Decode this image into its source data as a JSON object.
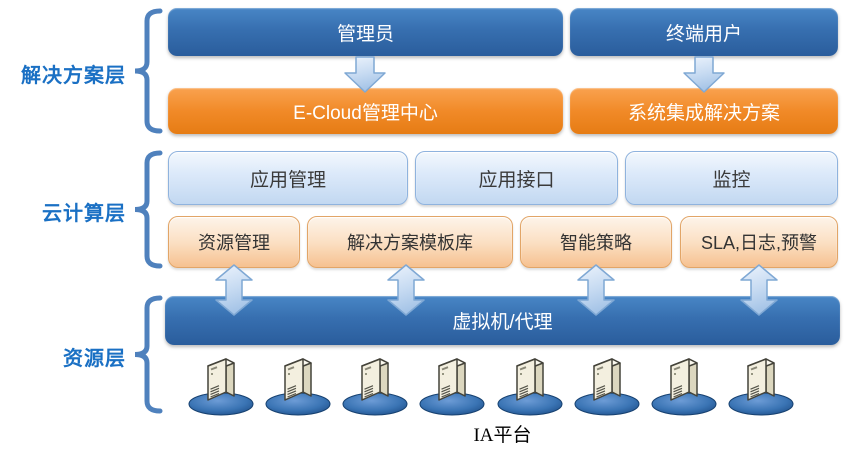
{
  "diagram": {
    "layer_labels": {
      "solution": "解决方案层",
      "cloud": "云计算层",
      "resource": "资源层"
    },
    "solution_layer": {
      "admin": "管理员",
      "end_user": "终端用户",
      "ecloud_center": "E-Cloud管理中心",
      "integration_solution": "系统集成解决方案"
    },
    "cloud_layer": {
      "app_mgmt": "应用管理",
      "app_interface": "应用接口",
      "monitoring": "监控",
      "resource_mgmt": "资源管理",
      "solution_template_lib": "解决方案模板库",
      "smart_policy": "智能策略",
      "sla_log_alert": "SLA,日志,预警"
    },
    "resource_layer": {
      "vm_agent": "虚拟机/代理",
      "platform": "IA平台",
      "server_count": 8
    },
    "colors": {
      "dark_blue": "#2f66a5",
      "orange": "#ee8424",
      "light_blue_fill": "#cfe0f4",
      "light_blue_border": "#8fb3de",
      "light_orange_fill": "#fbd9b5",
      "light_orange_border": "#e2a567",
      "arrow_fill": "#c7dbf2",
      "arrow_border": "#7fa8d4",
      "label_text": "#1a70c4",
      "bracket": "#4f81bd"
    }
  }
}
